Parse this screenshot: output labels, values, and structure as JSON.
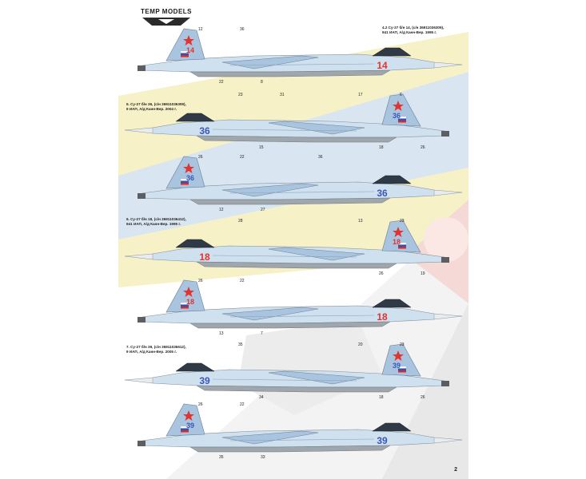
{
  "brand": {
    "name": "TEMP MODELS"
  },
  "page_number": "2",
  "profiles": [
    {
      "caption_lines": [
        "4.2 Су-27 б/н 14, (с/н 36911036309),",
        "941 ИАП, А/д Канн-Вер. 1995 г."
      ],
      "bort": "14",
      "bort_color": "#e2332e",
      "callouts": [
        "12",
        "22",
        "36",
        "8"
      ]
    },
    {
      "caption_lines": [
        "5. Су-27 б/н 36, (с/н 36911036309),",
        "9 ИАП, А/д Канн-Вер. 2004 г."
      ],
      "bort": "36",
      "bort_color": "#3a57b8",
      "callouts": [
        "17",
        "18",
        "6",
        "26",
        "23",
        "15",
        "31"
      ]
    },
    {
      "caption_lines": [],
      "bort": "36",
      "bort_color": "#3a57b8",
      "callouts": [
        "26",
        "12",
        "22",
        "27",
        "36"
      ]
    },
    {
      "caption_lines": [
        "6. Су-27 б/н 18, (с/н 36911036412),",
        "941 ИАП, А/д Канн-Вер. 1995 г."
      ],
      "bort": "18",
      "bort_color": "#e2332e",
      "callouts": [
        "13",
        "26",
        "23",
        "19",
        "28"
      ]
    },
    {
      "caption_lines": [],
      "bort": "18",
      "bort_color": "#e2332e",
      "callouts": [
        "26",
        "13",
        "22",
        "7"
      ]
    },
    {
      "caption_lines": [
        "7. Су-27 б/н 39, (с/н 36911036612),",
        "9 ИАП, А/д Канн-Вер. 2005 г."
      ],
      "bort": "39",
      "bort_color": "#3a57b8",
      "callouts": [
        "20",
        "18",
        "23",
        "26",
        "35",
        "34"
      ]
    },
    {
      "caption_lines": [],
      "bort": "39",
      "bort_color": "#3a57b8",
      "callouts": [
        "26",
        "35",
        "22",
        "33"
      ]
    }
  ],
  "colors": {
    "camo_light": "#cfe0ef",
    "camo_mid": "#a9c4df",
    "camo_grey": "#9fa6ac",
    "star_red": "#e2332e",
    "bg_yellow": "#f7f1c8",
    "bg_blue": "#d3e2f0"
  }
}
